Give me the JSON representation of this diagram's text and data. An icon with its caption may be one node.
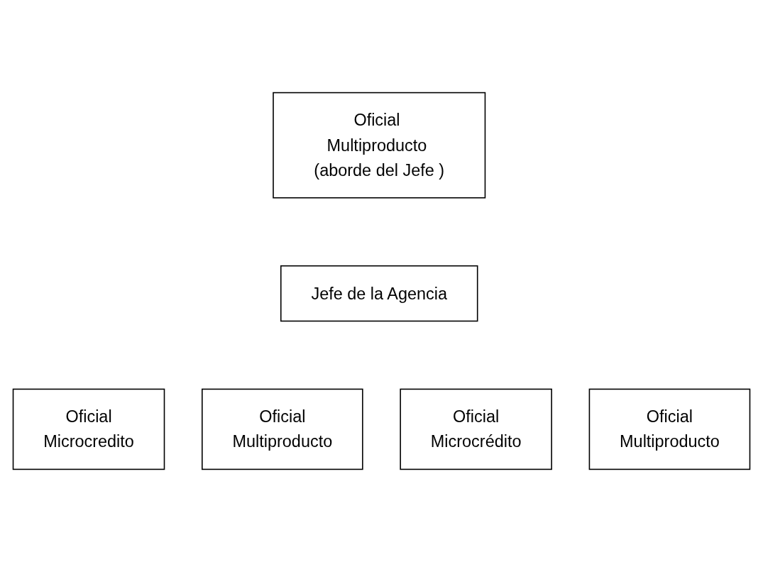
{
  "diagram": {
    "nodes": [
      {
        "text": [
          "Oficial Multiproducto (aborde del Jefe )"
        ]
      },
      {
        "text": [
          "Jefe de la Agencia"
        ]
      },
      {
        "text": [
          "Oficial",
          "Microcredito"
        ]
      },
      {
        "text": [
          "Oficial",
          "Multiproducto"
        ]
      },
      {
        "text": [
          "Oficial",
          "Microcrédito"
        ]
      },
      {
        "text": [
          "Oficial",
          "Multiproducto"
        ]
      }
    ],
    "edges": []
  }
}
